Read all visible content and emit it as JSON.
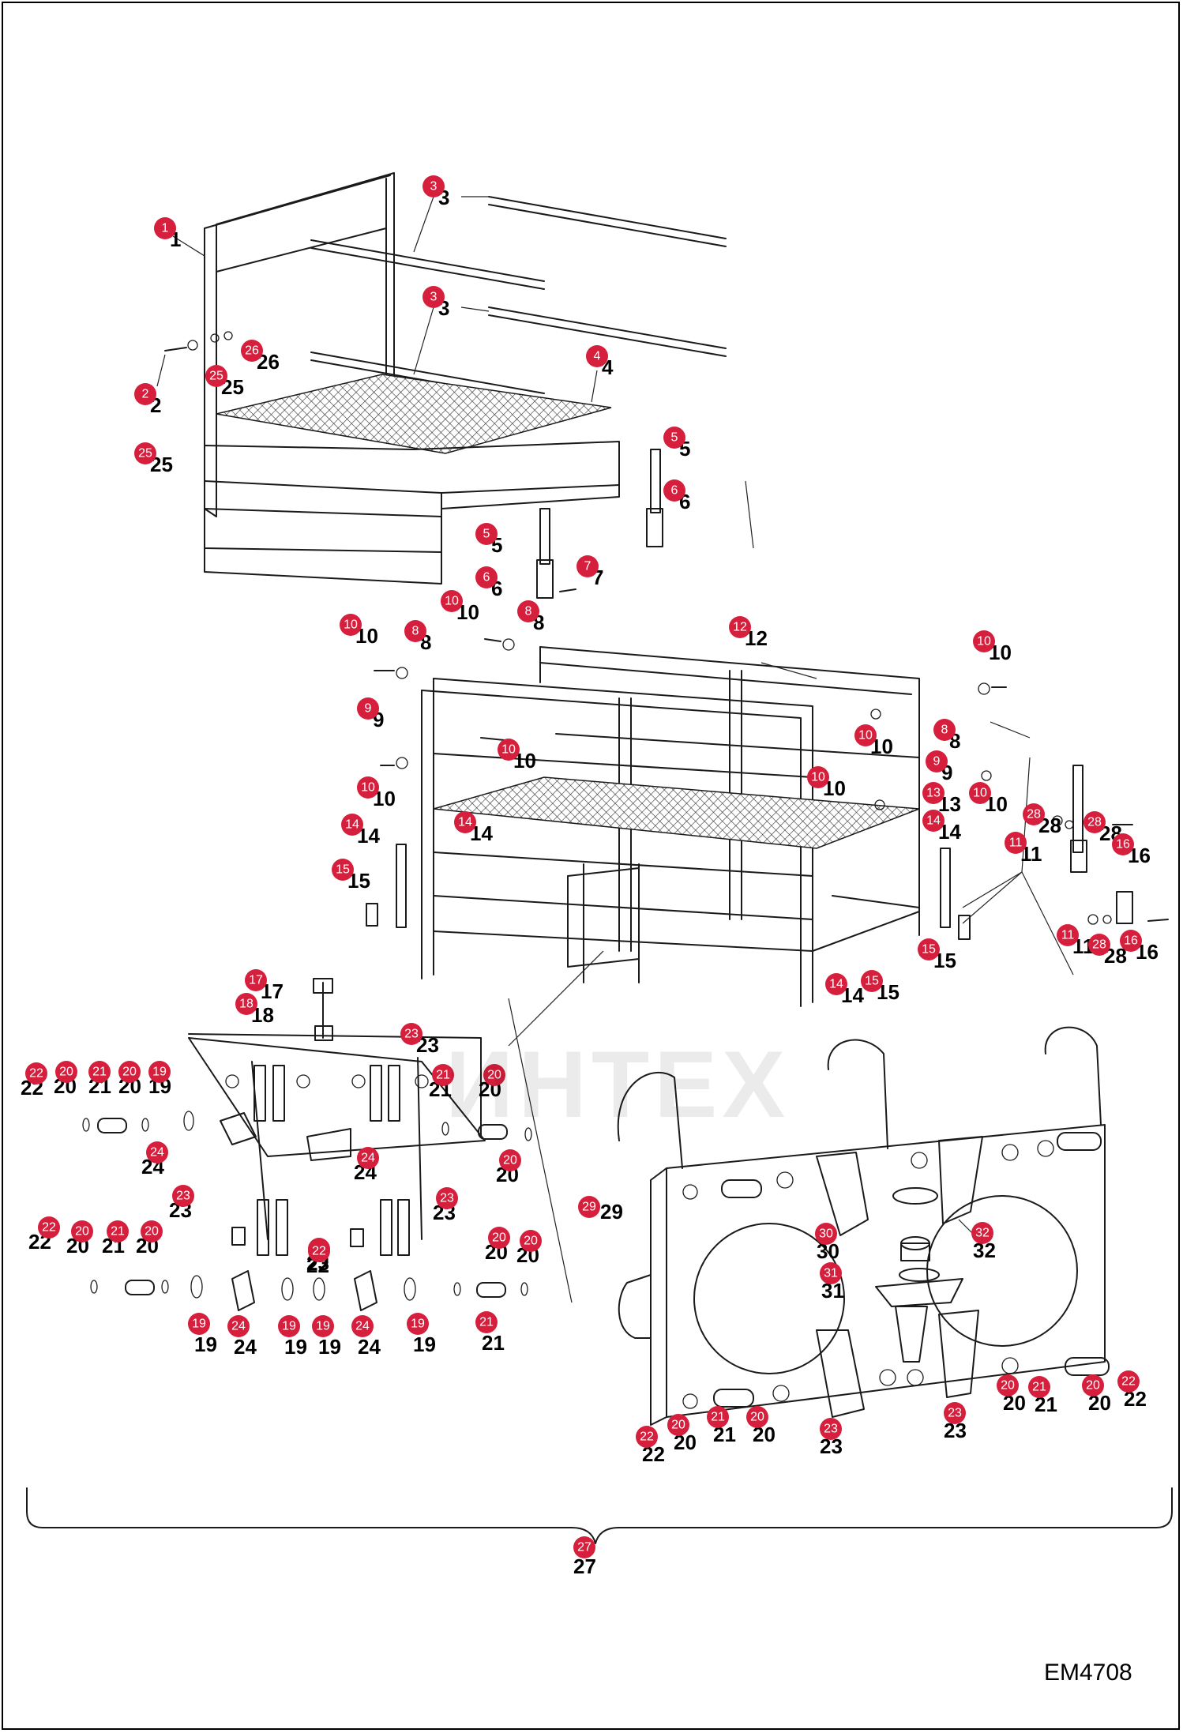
{
  "document_id": "EM4708",
  "watermark_text": "ИНТЕХ",
  "colors": {
    "callout": "#d61f3c",
    "line": "#1a1a1a"
  },
  "callouts": [
    {
      "n": "1",
      "lbl": "1"
    },
    {
      "n": "3",
      "lbl": "3"
    },
    {
      "n": "3",
      "lbl": "3"
    },
    {
      "n": "4",
      "lbl": "4"
    },
    {
      "n": "26",
      "lbl": "26"
    },
    {
      "n": "25",
      "lbl": "25"
    },
    {
      "n": "2",
      "lbl": "2"
    },
    {
      "n": "25",
      "lbl": "25"
    },
    {
      "n": "5",
      "lbl": "5"
    },
    {
      "n": "6",
      "lbl": "6"
    },
    {
      "n": "5",
      "lbl": "5"
    },
    {
      "n": "6",
      "lbl": "6"
    },
    {
      "n": "7",
      "lbl": "7"
    },
    {
      "n": "10",
      "lbl": "10"
    },
    {
      "n": "8",
      "lbl": "8"
    },
    {
      "n": "10",
      "lbl": "10"
    },
    {
      "n": "8",
      "lbl": "8"
    },
    {
      "n": "12",
      "lbl": "12"
    },
    {
      "n": "10",
      "lbl": "10"
    },
    {
      "n": "9",
      "lbl": "9"
    },
    {
      "n": "10",
      "lbl": "10"
    },
    {
      "n": "10",
      "lbl": "10"
    },
    {
      "n": "8",
      "lbl": "8"
    },
    {
      "n": "9",
      "lbl": "9"
    },
    {
      "n": "10",
      "lbl": "10"
    },
    {
      "n": "10",
      "lbl": "10"
    },
    {
      "n": "13",
      "lbl": "13"
    },
    {
      "n": "10",
      "lbl": "10"
    },
    {
      "n": "14",
      "lbl": "14"
    },
    {
      "n": "14",
      "lbl": "14"
    },
    {
      "n": "14",
      "lbl": "14"
    },
    {
      "n": "15",
      "lbl": "15"
    },
    {
      "n": "28",
      "lbl": "28"
    },
    {
      "n": "28",
      "lbl": "28"
    },
    {
      "n": "16",
      "lbl": "16"
    },
    {
      "n": "11",
      "lbl": "11"
    },
    {
      "n": "11",
      "lbl": "11"
    },
    {
      "n": "28",
      "lbl": "28"
    },
    {
      "n": "16",
      "lbl": "16"
    },
    {
      "n": "15",
      "lbl": "15"
    },
    {
      "n": "14",
      "lbl": "14"
    },
    {
      "n": "15",
      "lbl": "15"
    },
    {
      "n": "17",
      "lbl": "17"
    },
    {
      "n": "18",
      "lbl": "18"
    },
    {
      "n": "23",
      "lbl": "23"
    },
    {
      "n": "22",
      "lbl": "22"
    },
    {
      "n": "20",
      "lbl": "20"
    },
    {
      "n": "21",
      "lbl": "21"
    },
    {
      "n": "20",
      "lbl": "20"
    },
    {
      "n": "19",
      "lbl": "19"
    },
    {
      "n": "20",
      "lbl": "20"
    },
    {
      "n": "21",
      "lbl": "21"
    },
    {
      "n": "24",
      "lbl": "24"
    },
    {
      "n": "24",
      "lbl": "24"
    },
    {
      "n": "20",
      "lbl": "20"
    },
    {
      "n": "23",
      "lbl": "23"
    },
    {
      "n": "23",
      "lbl": "23"
    },
    {
      "n": "22",
      "lbl": "22"
    },
    {
      "n": "20",
      "lbl": "20"
    },
    {
      "n": "21",
      "lbl": "21"
    },
    {
      "n": "20",
      "lbl": "20"
    },
    {
      "n": "23",
      "lbl": "23"
    },
    {
      "n": "20",
      "lbl": "20"
    },
    {
      "n": "20",
      "lbl": "20"
    },
    {
      "n": "22",
      "lbl": "22"
    },
    {
      "n": "19",
      "lbl": "19"
    },
    {
      "n": "24",
      "lbl": "24"
    },
    {
      "n": "19",
      "lbl": "19"
    },
    {
      "n": "19",
      "lbl": "19"
    },
    {
      "n": "24",
      "lbl": "24"
    },
    {
      "n": "19",
      "lbl": "19"
    },
    {
      "n": "21",
      "lbl": "21"
    },
    {
      "n": "29",
      "lbl": "29"
    },
    {
      "n": "30",
      "lbl": "30"
    },
    {
      "n": "32",
      "lbl": "32"
    },
    {
      "n": "31",
      "lbl": "31"
    },
    {
      "n": "20",
      "lbl": "20"
    },
    {
      "n": "21",
      "lbl": "21"
    },
    {
      "n": "20",
      "lbl": "20"
    },
    {
      "n": "22",
      "lbl": "22"
    },
    {
      "n": "23",
      "lbl": "23"
    },
    {
      "n": "20",
      "lbl": "20"
    },
    {
      "n": "21",
      "lbl": "21"
    },
    {
      "n": "20",
      "lbl": "20"
    },
    {
      "n": "22",
      "lbl": "22"
    },
    {
      "n": "23",
      "lbl": "23"
    },
    {
      "n": "27",
      "lbl": "27"
    }
  ]
}
